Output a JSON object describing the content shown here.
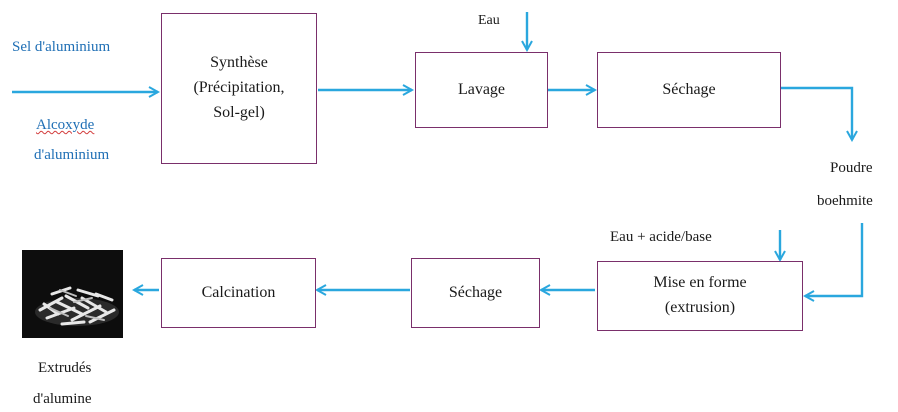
{
  "inputs": {
    "sel": "Sel d'aluminium",
    "alcoxyde_1": "Alcoxyde",
    "alcoxyde_2": "d'aluminium"
  },
  "boxes": {
    "synthese": "Synthèse\n(Précipitation,\nSol-gel)",
    "lavage": "Lavage",
    "sechage_1": "Séchage",
    "mise_en_forme": "Mise en forme\n(extrusion)",
    "sechage_2": "Séchage",
    "calcination": "Calcination"
  },
  "labels": {
    "eau": "Eau",
    "poudre_1": "Poudre",
    "poudre_2": "boehmite",
    "eau_acide": "Eau + acide/base",
    "extrudes_1": "Extrudés",
    "extrudes_2": "d'alumine"
  },
  "colors": {
    "arrow": "#2aa7de",
    "box_border": "#7a2f6b",
    "input_text": "#1f6fb5"
  }
}
